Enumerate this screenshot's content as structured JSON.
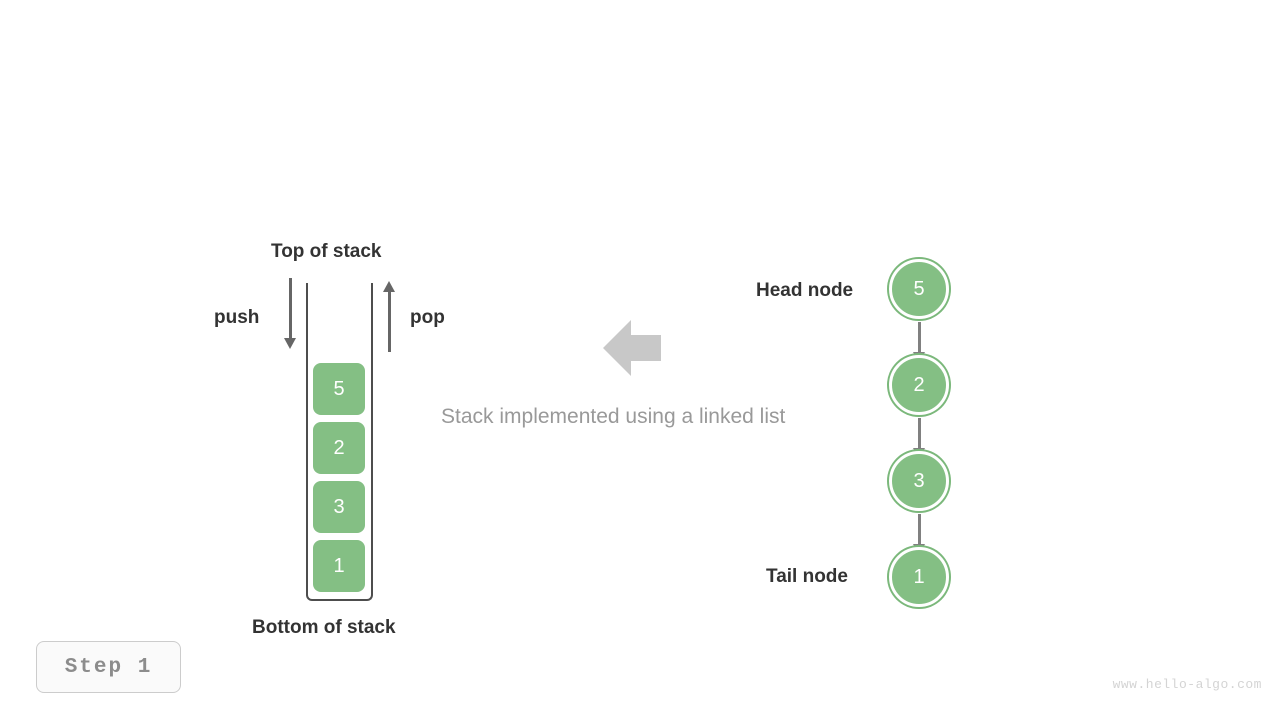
{
  "diagram": {
    "caption": "Stack implemented using a linked list",
    "step_badge": "Step  1",
    "watermark": "www.hello-algo.com",
    "colors": {
      "node_fill": "#84bf84",
      "node_ring": "#7bb87b",
      "arrow_grey": "#808080",
      "container_border": "#4d4d4d",
      "block_arrow": "#c8c8c8",
      "label_text": "#333333",
      "caption_text": "#999999",
      "badge_text": "#8c8c8c",
      "watermark_text": "#d4d4d4"
    }
  },
  "stack": {
    "top_label": "Top of stack",
    "bottom_label": "Bottom of stack",
    "push_label": "push",
    "pop_label": "pop",
    "items": [
      {
        "value": "5"
      },
      {
        "value": "2"
      },
      {
        "value": "3"
      },
      {
        "value": "1"
      }
    ]
  },
  "linked_list": {
    "head_label": "Head node",
    "tail_label": "Tail node",
    "nodes": [
      {
        "value": "5"
      },
      {
        "value": "2"
      },
      {
        "value": "3"
      },
      {
        "value": "1"
      }
    ]
  },
  "icons": {
    "push_arrow": "arrow-down-icon",
    "pop_arrow": "arrow-up-icon",
    "transform_arrow": "arrow-left-block-icon",
    "link_arrow": "arrow-down-icon"
  }
}
